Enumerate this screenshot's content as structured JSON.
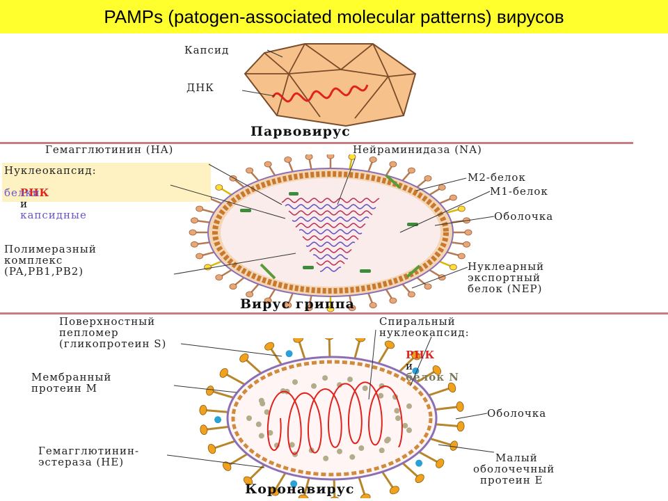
{
  "title": "PAMPs (patogen-associated molecular patterns) вирусов",
  "parvovirus": {
    "name": "Парвовирус",
    "capsid": "Капсид",
    "dna": "ДНК"
  },
  "influenza": {
    "name": "Вирус гриппа",
    "hemagglutinin": "Гемагглютинин (HA)",
    "neuraminidase": "Нейраминидаза (NA)",
    "nucleocapsid": "Нуклеокапсид:",
    "rna": "РНК",
    "and": "и",
    "capsid_proteins_1": "капсидные",
    "capsid_proteins_2": "белки",
    "m2": "М2-белок",
    "m1": "М1-белок",
    "envelope": "Оболочка",
    "polymerase_1": "Полимеразный",
    "polymerase_2": "комплекс",
    "polymerase_3": "(PA,PB1,PB2)",
    "nep_1": "Нуклеарный",
    "nep_2": "экспортный",
    "nep_3": "белок (NEP)"
  },
  "coronavirus": {
    "name": "Коронавирус",
    "peplomer_1": "Поверхностный",
    "peplomer_2": "пепломер",
    "peplomer_3": "(гликопротеин S)",
    "helical_1": "Спиральный",
    "helical_2": "нуклеокапсид:",
    "rna": "РНК",
    "and": "и",
    "protein_n": "белок N",
    "membrane_1": "Мембранный",
    "membrane_2": "протеин М",
    "envelope": "Оболочка",
    "he_1": "Гемагглютинин-",
    "he_2": "эстераза (НЕ)",
    "e_1": "Малый",
    "e_2": "оболочечный",
    "e_3": "протеин Е"
  },
  "colors": {
    "title_bar": "#ffff2e",
    "divider": "#c77d80",
    "capsid_fill": "#f6c18a",
    "rna_red": "#e0221c",
    "rna_blue": "#6a55c9",
    "spike_orange": "#e8a777",
    "spike_gold": "#f0a21e"
  }
}
